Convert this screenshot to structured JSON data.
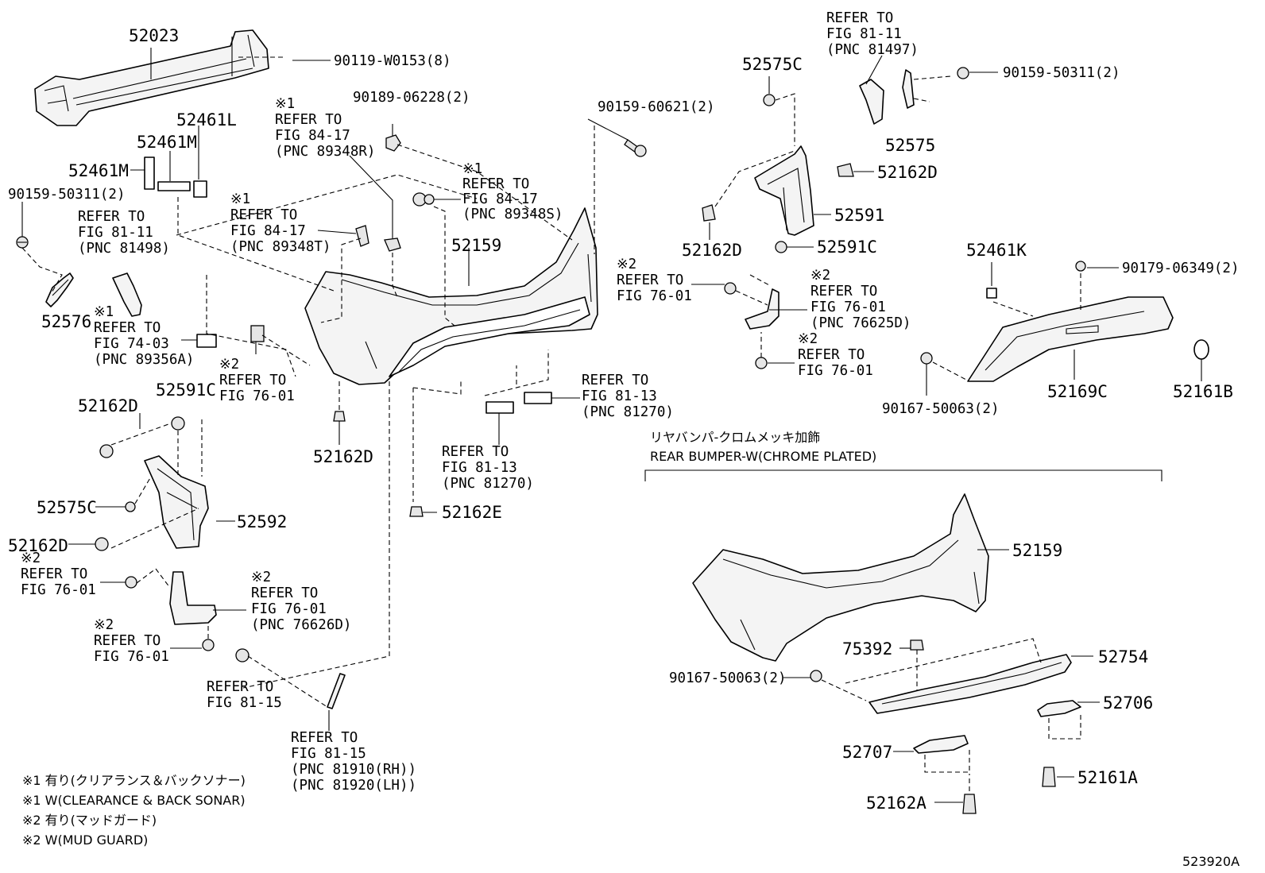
{
  "figure_code": "523920A",
  "section": {
    "title_jp": "リヤバンパ-クロムメッキ加飾",
    "title_en": "REAR BUMPER-W(CHROME PLATED)"
  },
  "part_numbers": {
    "p52023": "52023",
    "p90119_w0153": "90119-W0153(8)",
    "p52461l": "52461L",
    "p52461m_a": "52461M",
    "p52461m_b": "52461M",
    "p90159_50311_left": "90159-50311(2)",
    "p52576": "52576",
    "p90189_06228": "90189-06228(2)",
    "p90159_60621": "90159-60621(2)",
    "p52159_main": "52159",
    "p52162d_center": "52162D",
    "p52162e": "52162E",
    "p52162d_left_a": "52162D",
    "p52591c_left": "52591C",
    "p52575c_left": "52575C",
    "p52592": "52592",
    "p52162d_left_b": "52162D",
    "p52575c_right": "52575C",
    "p90159_50311_right": "90159-50311(2)",
    "p52575": "52575",
    "p52162d_right_a": "52162D",
    "p52591": "52591",
    "p52162d_right_b": "52162D",
    "p52591c_right": "52591C",
    "p52461k": "52461K",
    "p90179_06349": "90179-06349(2)",
    "p90167_50063_upper": "90167-50063(2)",
    "p52169c": "52169C",
    "p52161b": "52161B",
    "p52159_chrome": "52159",
    "p75392": "75392",
    "p52754": "52754",
    "p90167_50063_lower": "90167-50063(2)",
    "p52706": "52706",
    "p52707": "52707",
    "p52161a": "52161A",
    "p52162a": "52162A"
  },
  "references": {
    "r_84_17_r": [
      "※1",
      "REFER TO",
      "FIG 84-17",
      "(PNC 89348R)"
    ],
    "r_84_17_s": [
      "※1",
      "REFER TO",
      "FIG 84-17",
      "(PNC 89348S)"
    ],
    "r_84_17_t": [
      "※1",
      "REFER TO",
      "FIG 84-17",
      "(PNC 89348T)"
    ],
    "r_81_11_left": [
      "REFER TO",
      "FIG 81-11",
      "(PNC 81498)"
    ],
    "r_74_03": [
      "※1",
      "REFER TO",
      "FIG 74-03",
      "(PNC 89356A)"
    ],
    "r_76_01_center": [
      "※2",
      "REFER TO",
      "FIG 76-01"
    ],
    "r_81_13_upper": [
      "REFER TO",
      "FIG 81-13",
      "(PNC 81270)"
    ],
    "r_81_13_lower": [
      "REFER TO",
      "FIG 81-13",
      "(PNC 81270)"
    ],
    "r_81_11_right": [
      "REFER TO",
      "FIG 81-11",
      "(PNC 81497)"
    ],
    "r_76_01_right_a": [
      "※2",
      "REFER TO",
      "FIG 76-01"
    ],
    "r_76_01_right_b": [
      "※2",
      "REFER TO",
      "FIG 76-01",
      "(PNC 76625D)"
    ],
    "r_76_01_right_c": [
      "※2",
      "REFER TO",
      "FIG 76-01"
    ],
    "r_76_01_left_a": [
      "※2",
      "REFER TO",
      "FIG 76-01"
    ],
    "r_76_01_left_b": [
      "※2",
      "REFER TO",
      "FIG 76-01",
      "(PNC 76626D)"
    ],
    "r_76_01_left_c": [
      "※2",
      "REFER TO",
      "FIG 76-01"
    ],
    "r_81_15_a": [
      "REFER TO",
      "FIG 81-15"
    ],
    "r_81_15_b": [
      "REFER TO",
      "FIG 81-15",
      "(PNC 81910(RH))",
      "(PNC 81920(LH))"
    ]
  },
  "legend": [
    "※1  有り(クリアランス＆バックソナー)",
    "※1  W(CLEARANCE & BACK SONAR)",
    "※2  有り(マッドガード)",
    "※2  W(MUD GUARD)"
  ]
}
